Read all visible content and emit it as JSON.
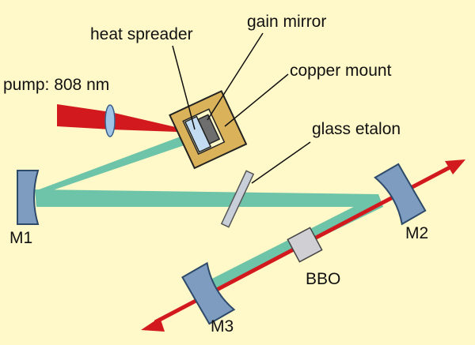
{
  "labels": {
    "pump": "pump: 808 nm",
    "heat_spreader": "heat spreader",
    "gain_mirror": "gain mirror",
    "copper_mount": "copper mount",
    "glass_etalon": "glass etalon",
    "m1": "M1",
    "m2": "M2",
    "m3": "M3",
    "bbo": "BBO"
  },
  "colors": {
    "background": "#fff8c8",
    "cavity_beam": "#6ec4a8",
    "pump_beam": "#d21a1e",
    "output_beam": "#d21a1e",
    "mirror": "#7d9cc0",
    "copper_mount": "#d9b25a",
    "heat_spreader": "#c4dcf2",
    "gain_chip": "#6e6e6e",
    "etalon": "#c8cfd8",
    "bbo_crystal": "#cfcfd4"
  },
  "icons": [
    "pump-lens-icon",
    "arrow-head-icon"
  ]
}
